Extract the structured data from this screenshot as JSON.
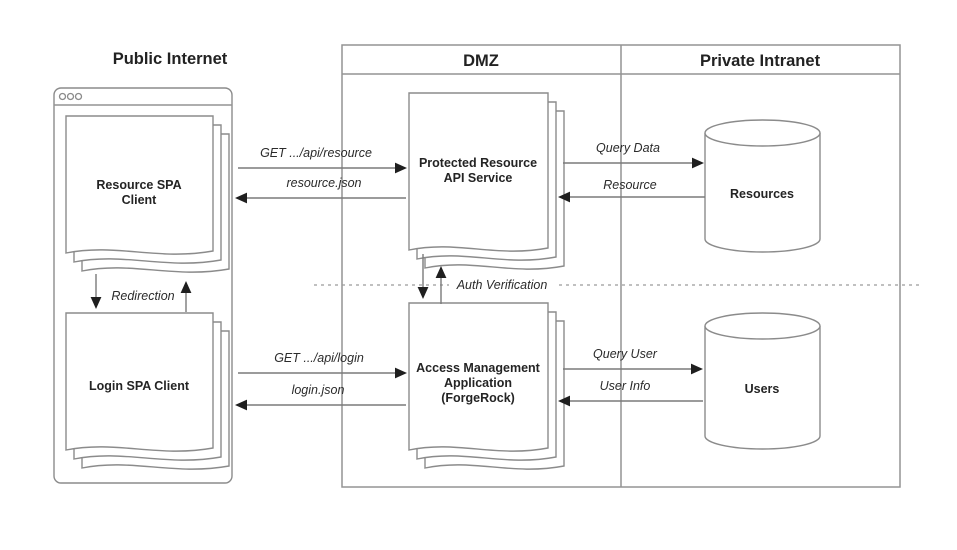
{
  "zones": {
    "public_internet": {
      "title": "Public Internet"
    },
    "dmz": {
      "title": "DMZ"
    },
    "private_intranet": {
      "title": "Private Intranet"
    }
  },
  "nodes": {
    "resource_spa_client": {
      "line1": "Resource SPA",
      "line2": "Client"
    },
    "login_spa_client": {
      "label": "Login SPA Client"
    },
    "protected_resource_api": {
      "line1": "Protected Resource",
      "line2": "API Service"
    },
    "access_management": {
      "line1": "Access Management",
      "line2": "Application",
      "line3": "(ForgeRock)"
    },
    "resources_db": {
      "label": "Resources"
    },
    "users_db": {
      "label": "Users"
    }
  },
  "flows": {
    "get_api_resource": {
      "label": "GET .../api/resource"
    },
    "resource_json": {
      "label": "resource.json"
    },
    "query_data": {
      "label": "Query Data"
    },
    "resource": {
      "label": "Resource"
    },
    "redirection": {
      "label": "Redirection"
    },
    "auth_verification": {
      "label": "Auth Verification"
    },
    "get_api_login": {
      "label": "GET .../api/login"
    },
    "login_json": {
      "label": "login.json"
    },
    "query_user": {
      "label": "Query User"
    },
    "user_info": {
      "label": "User Info"
    }
  },
  "colors": {
    "background": "#ffffff",
    "box_stroke": "#949494",
    "shape_stroke": "#8b8b8b",
    "wire": "#7a7a7a",
    "arrowhead": "#1f1f1f",
    "text": "#222222"
  }
}
